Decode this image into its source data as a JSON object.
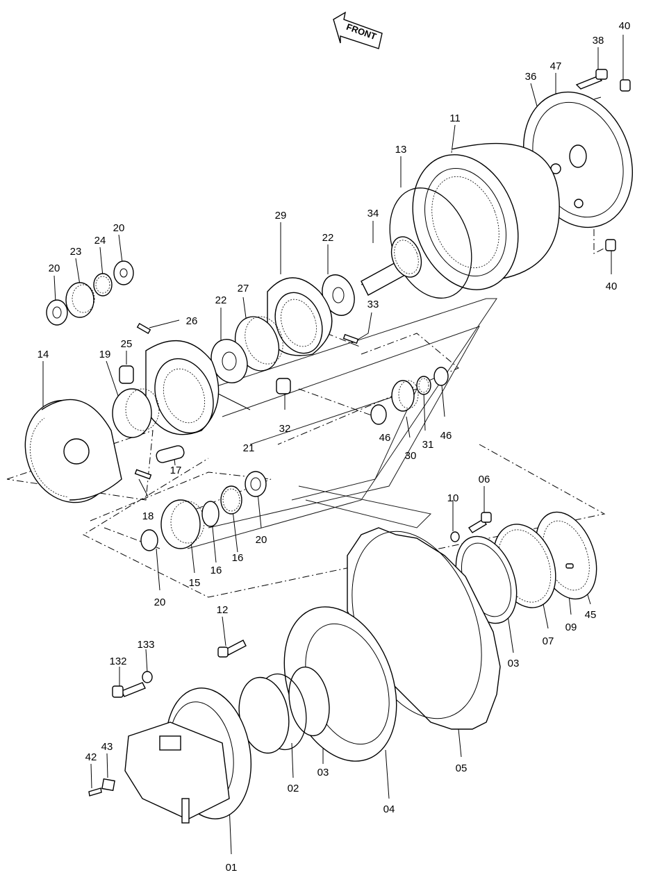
{
  "direction_label": "FRONT",
  "parts": [
    {
      "id": "p40a",
      "number": "40"
    },
    {
      "id": "p38",
      "number": "38"
    },
    {
      "id": "p47",
      "number": "47"
    },
    {
      "id": "p36",
      "number": "36"
    },
    {
      "id": "p11",
      "number": "11"
    },
    {
      "id": "p13",
      "number": "13"
    },
    {
      "id": "p40b",
      "number": "40"
    },
    {
      "id": "p34",
      "number": "34"
    },
    {
      "id": "p29",
      "number": "29"
    },
    {
      "id": "p22a",
      "number": "22"
    },
    {
      "id": "p33",
      "number": "33"
    },
    {
      "id": "p27",
      "number": "27"
    },
    {
      "id": "p22b",
      "number": "22"
    },
    {
      "id": "p26",
      "number": "26"
    },
    {
      "id": "p20a",
      "number": "20"
    },
    {
      "id": "p24",
      "number": "24"
    },
    {
      "id": "p23",
      "number": "23"
    },
    {
      "id": "p20b",
      "number": "20"
    },
    {
      "id": "p25",
      "number": "25"
    },
    {
      "id": "p19",
      "number": "19"
    },
    {
      "id": "p14",
      "number": "14"
    },
    {
      "id": "p21",
      "number": "21"
    },
    {
      "id": "p32",
      "number": "32"
    },
    {
      "id": "p46a",
      "number": "46"
    },
    {
      "id": "p31",
      "number": "31"
    },
    {
      "id": "p30",
      "number": "30"
    },
    {
      "id": "p46b",
      "number": "46"
    },
    {
      "id": "p17",
      "number": "17"
    },
    {
      "id": "p18",
      "number": "18"
    },
    {
      "id": "p20c",
      "number": "20"
    },
    {
      "id": "p16a",
      "number": "16"
    },
    {
      "id": "p16b",
      "number": "16"
    },
    {
      "id": "p15",
      "number": "15"
    },
    {
      "id": "p20d",
      "number": "20"
    },
    {
      "id": "p06",
      "number": "06"
    },
    {
      "id": "p10",
      "number": "10"
    },
    {
      "id": "p45",
      "number": "45"
    },
    {
      "id": "p09",
      "number": "09"
    },
    {
      "id": "p07",
      "number": "07"
    },
    {
      "id": "p03a",
      "number": "03"
    },
    {
      "id": "p12",
      "number": "12"
    },
    {
      "id": "p05",
      "number": "05"
    },
    {
      "id": "p133",
      "number": "133"
    },
    {
      "id": "p132",
      "number": "132"
    },
    {
      "id": "p04",
      "number": "04"
    },
    {
      "id": "p03b",
      "number": "03"
    },
    {
      "id": "p02",
      "number": "02"
    },
    {
      "id": "p43",
      "number": "43"
    },
    {
      "id": "p42",
      "number": "42"
    },
    {
      "id": "p01",
      "number": "01"
    }
  ]
}
